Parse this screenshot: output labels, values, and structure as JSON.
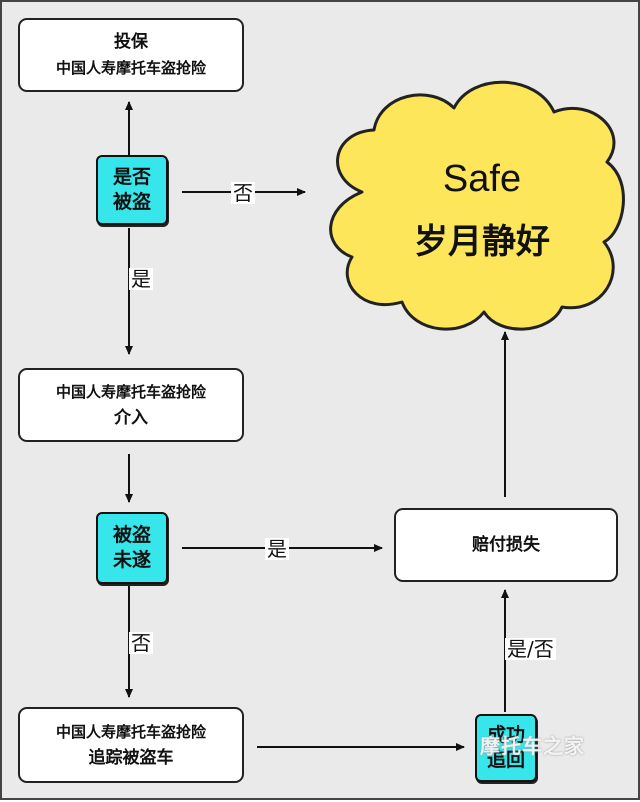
{
  "nodes": {
    "insure": {
      "line1": "投保",
      "line2": "中国人寿摩托车盗抢险"
    },
    "intervene": {
      "line1": "中国人寿摩托车盗抢险",
      "line2": "介入"
    },
    "compensate": {
      "line1": "赔付损失"
    },
    "track": {
      "line1": "中国人寿摩托车盗抢险",
      "line2": "追踪被盗车"
    }
  },
  "decisions": {
    "stolen": {
      "line1": "是否",
      "line2": "被盗"
    },
    "attempted": {
      "line1": "被盗",
      "line2": "未遂"
    },
    "recovered": {
      "line1": "成功",
      "line2": "追回"
    }
  },
  "edge_labels": {
    "stolen_no": "否",
    "stolen_yes": "是",
    "attempted_yes": "是",
    "attempted_no": "否",
    "recovered_yesno": "是/否"
  },
  "cloud": {
    "line1": "Safe",
    "line2": "岁月静好"
  },
  "watermark": "摩托车之家",
  "colors": {
    "decision_fill": "#37e6ea",
    "cloud_fill": "#fde65a",
    "background": "#eaeaea"
  }
}
